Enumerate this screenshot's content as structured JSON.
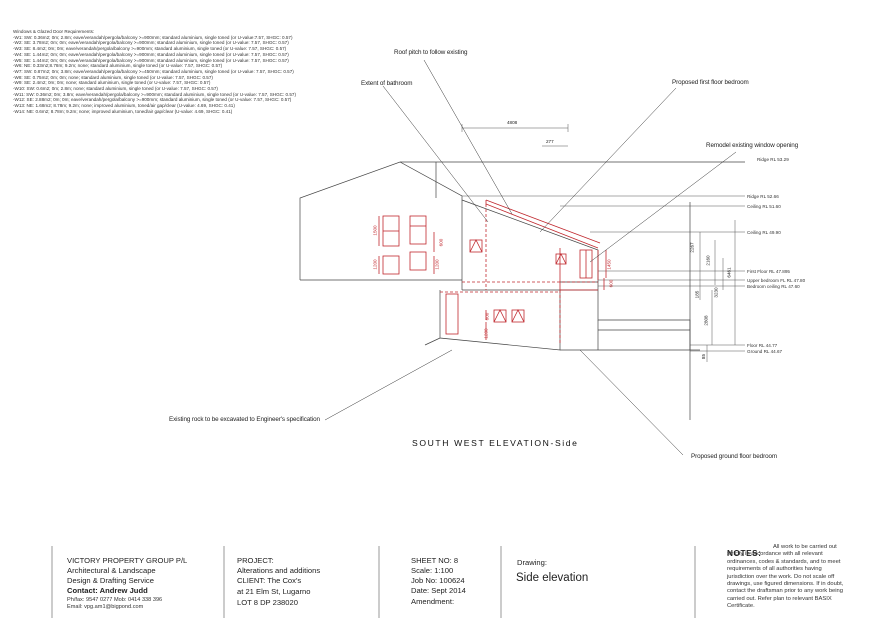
{
  "requirements": {
    "heading": "Windows & Glazed Door Requirements:",
    "items": [
      "-W1: SW: 0.36m2; 0m; 2.8m; eave/verandah/pergola/balcony >=900mm; standard aluminium, single toned (or U-value:7.57, SHGC: 0.57)",
      "-W2: SE: 3.78m2; 0m; 0m; eave/verandah/pergola/balcony >=900mm; standard aluminium, single toned (or U-value: 7.57, SHGC: 0.57)",
      "-W3: SE: 8.4m2; 0m; 0m; eave/verandah/pergola/balcony >=900mm; standard aluminium, single toned (or U-value: 7.57, SHGC: 0.57)",
      "-W4: SE: 1.44m2; 0m; 0m; eave/verandah/pergola/balcony >=900mm; standard aluminium, single toned (or U-value: 7.57, SHGC: 0.57)",
      "-W5: SE: 1.44m2; 0m; 0m; eave/verandah/pergola/balcony >=900mm; standard aluminium, single toned (or U-value: 7.57, SHGC: 0.57)",
      "-W6: NE: 0.33m2;8.78m; 9.2m; none; standard aluminium, single toned (or U-value: 7.57, SHGC: 0.57)",
      "-W7: SW: 0.87m2; 0m; 3.8m; eave/verandah/pergola/balcony >=450mm; standard aluminium, single toned (or U-value: 7.57, SHGC: 0.57)",
      "-W8: SE: 0.75m2; 0m; 0m; none; standard aluminium, single toned (or U-value: 7.57, SHGC: 0.57)",
      "-W9: SE: 2.4m2; 0m; 0m; none; standard aluminium, single toned (or U-value: 7.57, SHGC: 0.57)",
      "-W10: SW: 0.6m2; 0m; 2.8m; none; standard aluminium, single toned (or U-value: 7.57, SHGC: 0.57)",
      "-W11: SW: 0.36m2; 0m; 3.8m; eave/verandah/pergola/balcony >=900mm; standard aluminium, single toned (or U-value: 7.57, SHGC: 0.57)",
      "-W12: SE: 2.88m2; 0m; 0m; eave/verandah/pergola/balcony >=900mm; standard aluminium, single toned (or U-value: 7.57, SHGC: 0.57)",
      "-W13: NE: 1.68m2; 8.78m; 9.2m; none; improved aluminium, toned/air gap/clear (U-value: 4.69, SHGC: 0.41)",
      "-W14: NE: 0.6m2; 8.78m; 9.2m; none; improved aluminium, toned/air gap/clear (U-value: 4.69, SHGC: 0.41)"
    ]
  },
  "annotations": {
    "roof_pitch": "Roof pitch to follow existing",
    "extent_bathroom": "Extent of bathroom",
    "first_floor_bedroom": "Proposed first floor bedroom",
    "remodel_window": "Remodel existing window opening",
    "rock": "Existing rock to be excavated to Engineer's specification",
    "ground_floor_bedroom": "Proposed ground floor bedroom"
  },
  "levels": {
    "ridge_top": "Ridge RL 53.29",
    "ridge": "Ridge RL 52.66",
    "ceiling_upper": "Ceiling RL 51.60",
    "ceiling": "Ceiling RL 49.90",
    "first_floor": "First Floor RL 47.895",
    "upper_bedroom": "Upper bedroom FL RL 47.80",
    "bedroom_ceiling": "Bedroom ceiling RL 47.60",
    "floor": "Floor RL 44.77",
    "ground": "Ground RL 44.67"
  },
  "dimensions": {
    "top_long": "4808",
    "top_short": "277",
    "w1_a": "1500",
    "w1_b": "1200",
    "w2_a": "600",
    "w2_b": "1200",
    "w3": "1450",
    "w4": "600",
    "w5": "1200",
    "small_600": "600",
    "v_2267": "2267",
    "v_2160": "2160",
    "v_185": "185",
    "v_3230": "3230",
    "v_2808": "2808",
    "v_6461": "6461",
    "v_85": "85"
  },
  "drawing_title": "SOUTH WEST ELEVATION-Side",
  "title_block": {
    "company": "VICTORY PROPERTY GROUP P/L",
    "services_1": "Architectural & Landscape",
    "services_2": "Design & Drafting Service",
    "contact": "Contact: Andrew Judd",
    "phone": "Ph/fax: 9547 0277 Mob: 0414 338 396",
    "email": "Email: vpg.am1@bigpond.com",
    "project_label": "PROJECT:",
    "project": "Alterations and additions",
    "client": "CLIENT: The Cox's",
    "address": "at 21 Elm St, Lugarno",
    "lot": "LOT 8 DP 238020",
    "sheet": "SHEET NO: 8",
    "scale": "Scale: 1:100",
    "job": "Job No: 100624",
    "date": "Date: Sept 2014",
    "amendment": "Amendment:",
    "drawing_label": "Drawing:",
    "drawing_name": "Side elevation",
    "notes_label": "NOTES:",
    "notes_body": "All work to be carried out strictly in accordance with all relevant ordinances, codes & standards, and to meet requirements of all authorities having jurisdiction over the work. Do not scale off drawings, use figured dimensions. If in doubt, contact the draftsman prior to any work being carried out. Refer plan to relevant BASIX Certificate."
  }
}
